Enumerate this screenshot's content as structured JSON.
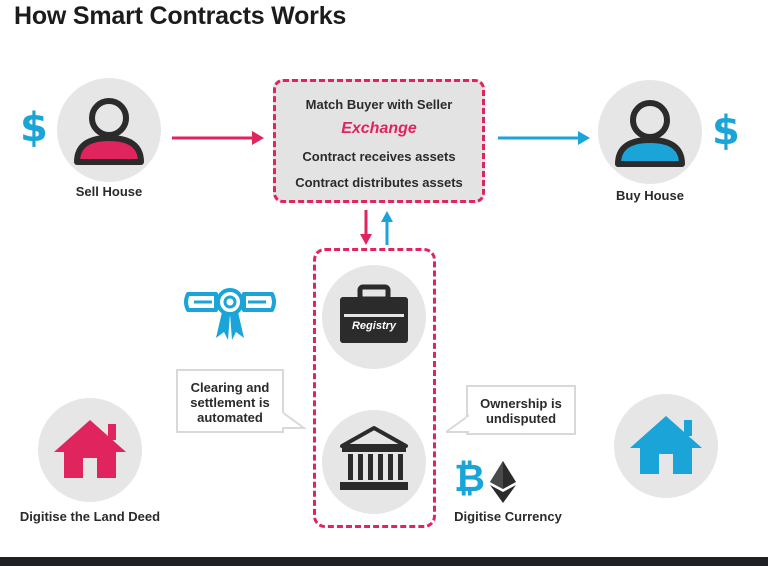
{
  "title": "How Smart Contracts Works",
  "seller": {
    "label": "Sell House",
    "currency_symbol": "$"
  },
  "buyer": {
    "label": "Buy House",
    "currency_symbol": "$"
  },
  "flow_box": {
    "lines": [
      "Match Buyer with Seller",
      "Exchange",
      "Contract receives assets",
      "Contract distributes assets"
    ]
  },
  "registry": {
    "label": "Registry"
  },
  "callouts": {
    "left": "Clearing and\nsettlement is\nautomated",
    "right": "Ownership is\nundisputed"
  },
  "bottom": {
    "left_label": "Digitise the Land Deed",
    "right_label": "Digitise Currency",
    "crypto_symbol": "₿"
  },
  "colors": {
    "pink": "#e0245e",
    "blue": "#1aa4d8",
    "dark": "#2b2b2b",
    "circle_bg": "#e6e6e6"
  }
}
